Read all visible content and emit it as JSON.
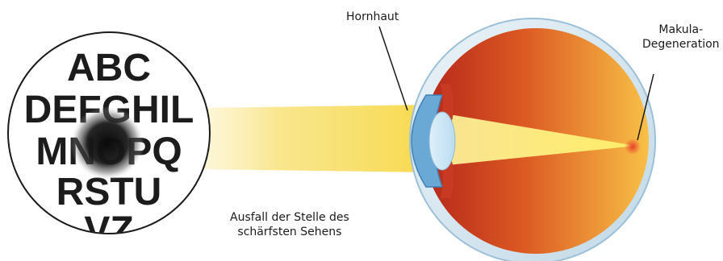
{
  "labels": {
    "cornea": "Hornhaut",
    "macula_line1": "Makula-",
    "macula_line2": "Degeneration",
    "caption_line1": "Ausfall der Stelle des",
    "caption_line2": "schärfsten Sehens"
  },
  "eye_chart": {
    "rows": [
      "ABC",
      "DEFGHIL",
      "MNOPQ",
      "RSTU",
      "VZ"
    ]
  },
  "colors": {
    "light_beam": "#f7e04a",
    "beam_focus": "#fff27a",
    "eyeball_dark": "#c8351e",
    "eyeball_light": "#f6b23c",
    "sclera": "#d7e8f2",
    "cornea_blue": "#6aa9d6",
    "macula_spot": "#e8402a",
    "blind_spot": "#111111"
  }
}
